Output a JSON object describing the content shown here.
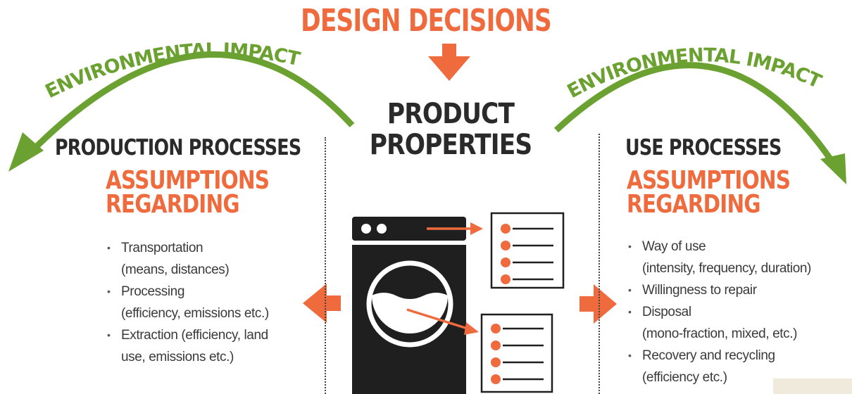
{
  "title": "DESIGN DECISIONS",
  "center": {
    "line1": "PRODUCT",
    "line2": "PROPERTIES"
  },
  "left": {
    "arc_label": "ENVIRONMENTAL IMPACT",
    "heading": "PRODUCTION PROCESSES",
    "assumptions1": "ASSUMPTIONS",
    "assumptions2": "REGARDING",
    "items": [
      {
        "main": "Transportation",
        "sub": "(means, distances)"
      },
      {
        "main": "Processing",
        "sub": "(efficiency, emissions etc.)"
      },
      {
        "main": "Extraction (efficiency, land",
        "sub": "use, emissions etc.)"
      }
    ]
  },
  "right": {
    "arc_label": "ENVIRONMENTAL IMPACT",
    "heading": "USE PROCESSES",
    "assumptions1": "ASSUMPTIONS",
    "assumptions2": "REGARDING",
    "items": [
      {
        "main": "Way of use",
        "sub": "(intensity, frequency, duration)"
      },
      {
        "main": "Willingness to repair",
        "sub": ""
      },
      {
        "main": "Disposal",
        "sub": "(mono-fraction, mixed, etc.)"
      },
      {
        "main": "Recovery and recycling",
        "sub": "(efficiency etc.)"
      }
    ]
  },
  "colors": {
    "orange": "#ef6a3d",
    "green": "#6aa130",
    "dark": "#2a2a2a"
  },
  "icons": [
    "washing-machine-icon",
    "checklist-icon"
  ]
}
